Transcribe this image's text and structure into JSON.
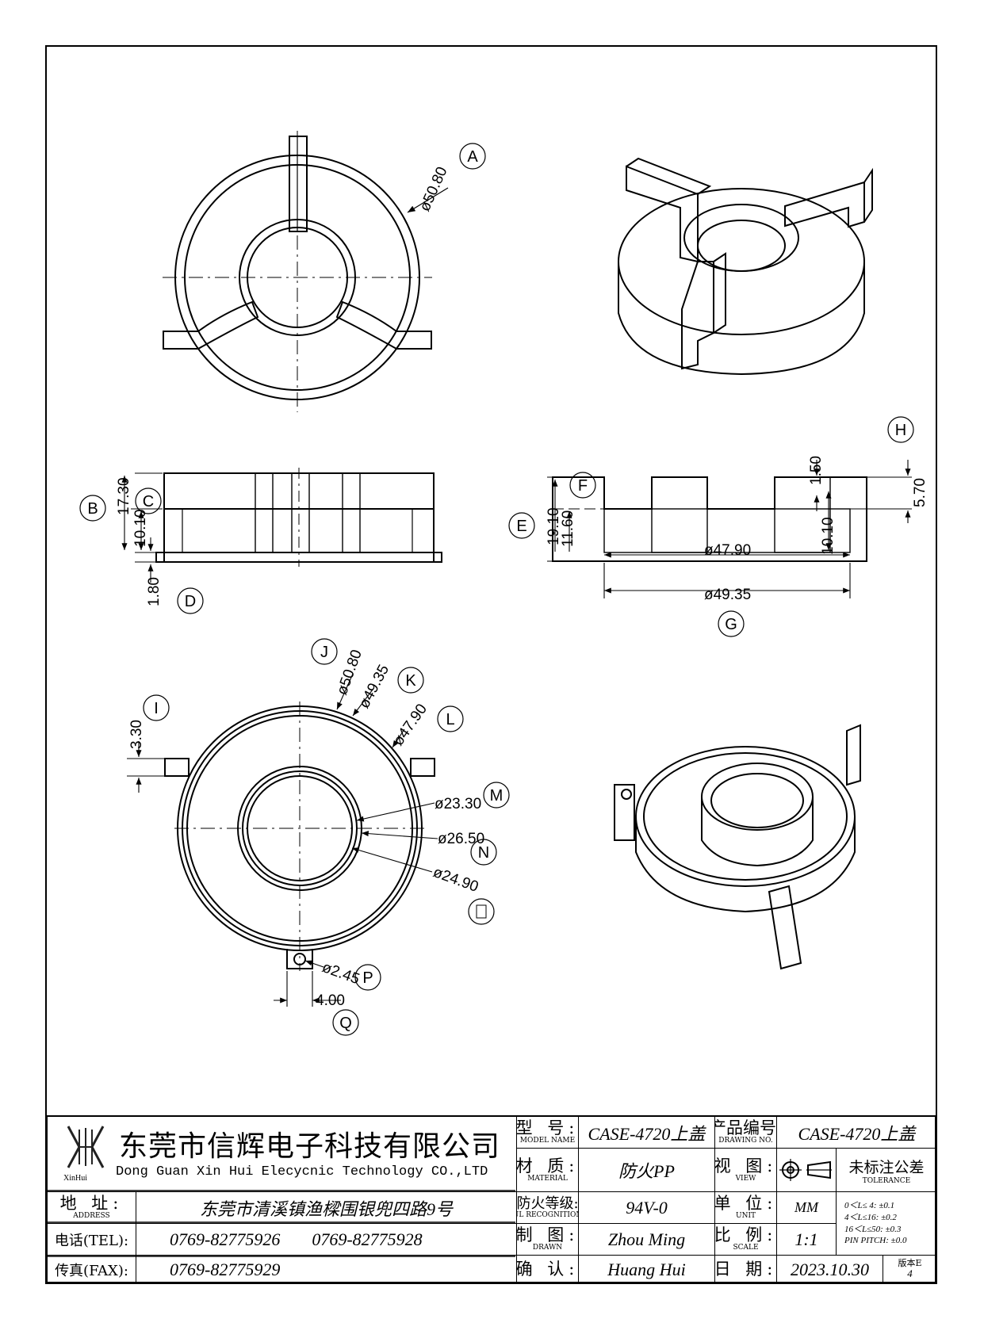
{
  "callouts": {
    "A": "A",
    "B": "B",
    "C": "C",
    "D": "D",
    "E": "E",
    "F": "F",
    "G": "G",
    "H": "H",
    "I": "I",
    "J": "J",
    "K": "K",
    "L": "L",
    "M": "M",
    "N": "N",
    "O": "",
    "P": "P",
    "Q": "Q"
  },
  "dimensions": {
    "top_outer_dia": "ø50.80",
    "front_total_height": "17.30",
    "front_inner_height": "10.10",
    "front_base": "1.80",
    "side_total_height": "19.10",
    "side_inner_height": "11.60",
    "side_inner_dia": "ø47.90",
    "side_slot_height": "10.10",
    "side_top_offset": "1.50",
    "side_tab_height": "5.70",
    "side_outer_dia": "ø49.35",
    "bottom_dia_j": "ø50.80",
    "bottom_dia_k": "ø49.35",
    "bottom_dia_l": "ø47.90",
    "bottom_dia_m": "ø23.30",
    "bottom_dia_n": "ø26.50",
    "bottom_dia_o": "ø24.90",
    "bottom_tab": "3.30",
    "bottom_hole": "ø2.45",
    "bottom_lug": "4.00"
  },
  "title_block": {
    "company_cn": "东莞市信辉电子科技有限公司",
    "company_en": "Dong Guan Xin Hui Elecycnic Technology CO.,LTD",
    "logo_text": "XinHui",
    "model_label_cn": "型 号:",
    "model_label_en": "MODEL NAME",
    "model_value": "CASE-4720上盖",
    "drawing_no_label_cn": "产品编号:",
    "drawing_no_label_en": "DRAWING NO.",
    "drawing_no_value": "CASE-4720上盖",
    "material_label_cn": "材 质:",
    "material_label_en": "MATERIAL",
    "material_value": "防火PP",
    "view_label_cn": "视 图:",
    "view_label_en": "VIEW",
    "tolerance_label_cn": "未标注公差",
    "tolerance_label_en": "TOLERANCE",
    "address_label_cn": "地 址:",
    "address_label_en": "ADDRESS",
    "address_value": "东莞市清溪镇渔樑围银兜四路9号",
    "ul_label_cn": "防火等级:",
    "ul_label_en": "UL RECOGNITION",
    "ul_value": "94V-0",
    "unit_label_cn": "单 位:",
    "unit_label_en": "UNIT",
    "unit_value": "MM",
    "tel_label": "电话(TEL):",
    "tel_value_1": "0769-82775926",
    "tel_value_2": "0769-82775928",
    "drawn_label_cn": "制 图:",
    "drawn_label_en": "DRAWN",
    "drawn_value": "Zhou Ming",
    "scale_label_cn": "比 例:",
    "scale_label_en": "SCALE",
    "scale_value": "1:1",
    "fax_label": "传真(FAX):",
    "fax_value": "0769-82775929",
    "confirm_label_cn": "确 认:",
    "confirm_value": "Huang Hui",
    "date_label_cn": "日 期:",
    "date_value": "2023.10.30",
    "version_label": "版本E",
    "version_value": "4",
    "tolerances": [
      "0＜L≤ 4:  ±0.1",
      "4＜L≤16:  ±0.2",
      "16＜L≤50: ±0.3",
      "PIN PITCH: ±0.0"
    ]
  }
}
